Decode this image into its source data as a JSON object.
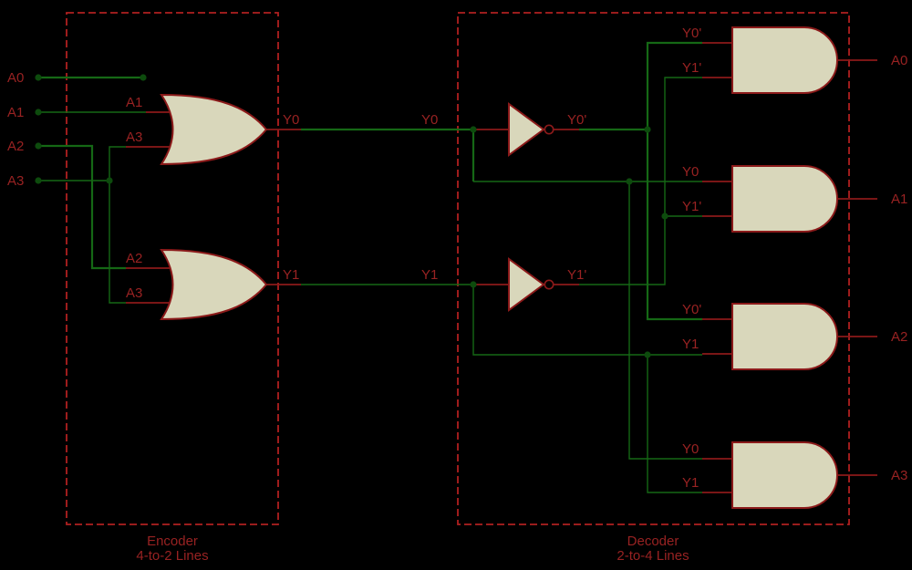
{
  "diagram": {
    "inputs": [
      "A0",
      "A1",
      "A2",
      "A3"
    ],
    "encoder": {
      "caption1": "Encoder",
      "caption2": "4-to-2 Lines",
      "or1": {
        "in1": "A1",
        "in2": "A3",
        "out": "Y0"
      },
      "or2": {
        "in1": "A2",
        "in2": "A3",
        "out": "Y1"
      }
    },
    "bus": {
      "y0": "Y0",
      "y1": "Y1"
    },
    "decoder": {
      "caption1": "Decoder",
      "caption2": "2-to-4 Lines",
      "not1_out": "Y0'",
      "not2_out": "Y1'",
      "and1": {
        "in1": "Y0'",
        "in2": "Y1'",
        "out": "A0"
      },
      "and2": {
        "in1": "Y0",
        "in2": "Y1'",
        "out": "A1"
      },
      "and3": {
        "in1": "Y0'",
        "in2": "Y1",
        "out": "A2"
      },
      "and4": {
        "in1": "Y0",
        "in2": "Y1",
        "out": "A3"
      }
    },
    "colors": {
      "background": "#000000",
      "wire_green": "#156815",
      "junction_green": "#0D4B0D",
      "component_red": "#8B1A1A",
      "label_red": "#982222",
      "box_red": "#B02020",
      "gate_fill": "#D9D7BB"
    }
  }
}
